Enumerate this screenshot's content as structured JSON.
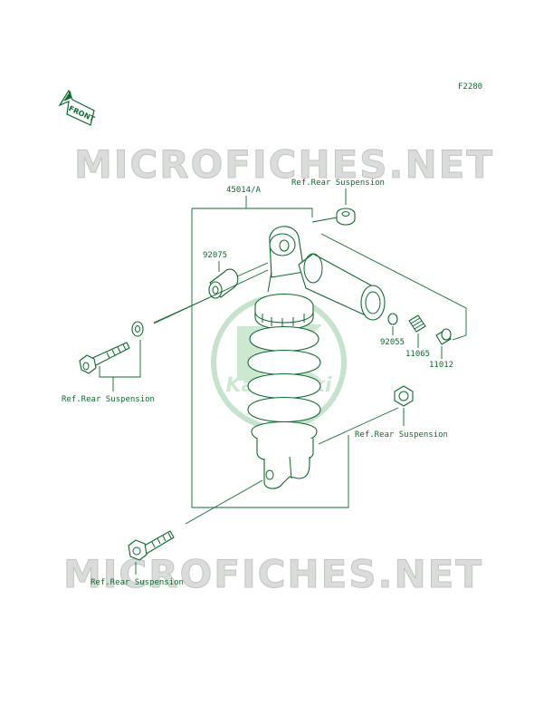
{
  "diagram_code": "F2280",
  "front_arrow_label": "FRONT",
  "watermark_text": "MICROFICHES.NET",
  "brand_logo_text": "Kawasaki",
  "colors": {
    "line": "#0c6b2c",
    "watermark": "#d9dcd9",
    "logo": "#bfe0c6"
  },
  "parts": {
    "assembly": "45014/A",
    "bushing": "92075",
    "oring": "92055",
    "valve": "11065",
    "cap": "11012"
  },
  "refs": {
    "top_right": "Ref.Rear Suspension",
    "left_mid": "Ref.Rear Suspension",
    "right_mid": "Ref.Rear Suspension",
    "bottom_left": "Ref.Rear Suspension"
  }
}
